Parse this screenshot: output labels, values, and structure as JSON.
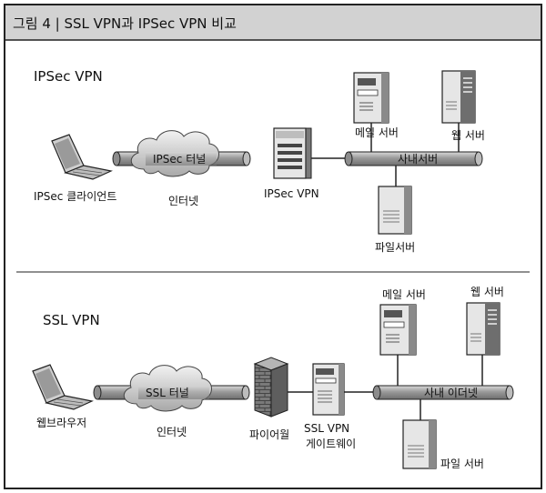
{
  "figure": {
    "title": "그림 4 | SSL VPN과 IPSec VPN 비교"
  },
  "ipsec": {
    "heading": "IPSec VPN",
    "client_label": "IPSec 클라이언트",
    "tunnel_label": "IPSec 터널",
    "internet_label": "인터넷",
    "gateway_label": "IPSec VPN",
    "lan_label": "사내서버",
    "mail_label": "메일 서버",
    "web_label": "웹 서버",
    "file_label": "파일서버"
  },
  "ssl": {
    "heading": "SSL VPN",
    "client_label": "웹브라우저",
    "tunnel_label": "SSL 터널",
    "internet_label": "인터넷",
    "firewall_label": "파이어월",
    "gateway_label_1": "SSL VPN",
    "gateway_label_2": "게이트웨이",
    "lan_label": "사내 이더넷",
    "mail_label": "메일 서버",
    "web_label": "웹 서버",
    "file_label": "파일 서버"
  }
}
